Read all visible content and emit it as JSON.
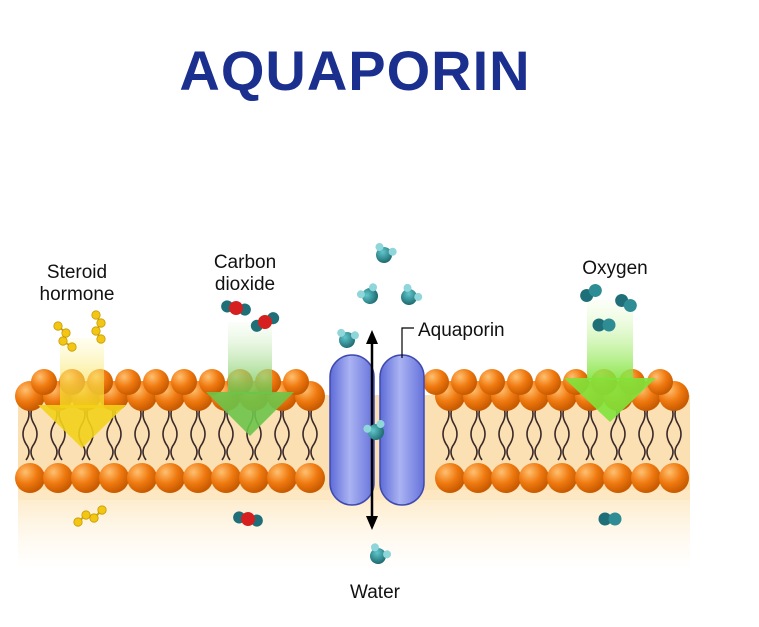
{
  "title": "AQUAPORIN",
  "labels": {
    "steroid": [
      "Steroid",
      "hormone"
    ],
    "co2": [
      "Carbon",
      "dioxide"
    ],
    "oxygen": "Oxygen",
    "aquaporin": "Aquaporin",
    "water": "Water"
  },
  "colors": {
    "title": "#1b2f8f",
    "head": "#f07a10",
    "channel": "#7e8ae6",
    "steroid_arrow": "#f2d21a",
    "co2_arrow": "#7dcf5a",
    "oxygen_arrow": "#7fe33a",
    "membrane_bg": "#fbe2b8",
    "water_mol": "#2a8a90",
    "co2_carbon": "#d62020"
  },
  "icons": {
    "channel_arrow": "double-arrow-icon",
    "steroid_molecule": "steroid-molecule-icon",
    "water_molecule": "water-molecule-icon",
    "co2_molecule": "co2-molecule-icon",
    "oxygen_molecule": "oxygen-molecule-icon"
  }
}
